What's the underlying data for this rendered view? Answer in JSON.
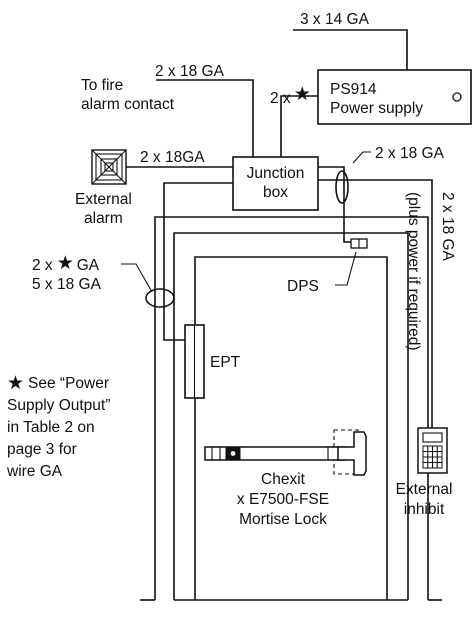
{
  "labels": {
    "top_power_wire": "3 x 14 GA",
    "fire_wire": "2 x 18 GA",
    "fire_line1": "To fire",
    "fire_line2": "alarm contact",
    "ps_wire_prefix": "2 x",
    "ps_line1": "PS914",
    "ps_line2": "Power supply",
    "alarm_wire": "2 x 18GA",
    "jbox_line1": "Junction",
    "jbox_line2": "box",
    "alarm_line1": "External",
    "alarm_line2": "alarm",
    "dps_wire": "2 x 18 GA",
    "ept_wire_line1_prefix": "2 x",
    "ept_wire_line1_suffix": "GA",
    "ept_wire_line2": "5 x 18 GA",
    "dps": "DPS",
    "ept": "EPT",
    "note_line1": "See “Power",
    "note_line2": "Supply Output”",
    "note_line3": "in Table 2 on",
    "note_line4": "page 3 for",
    "note_line5": "wire GA",
    "inhibit_wire": "2 x 18 GA",
    "inhibit_wire_note": "(plus power if required)",
    "inhibit_line1": "External",
    "inhibit_line2": "inhibit",
    "lock_line1": "Chexit",
    "lock_line2": "x E7500-FSE",
    "lock_line3": "Mortise Lock",
    "star": "★"
  }
}
